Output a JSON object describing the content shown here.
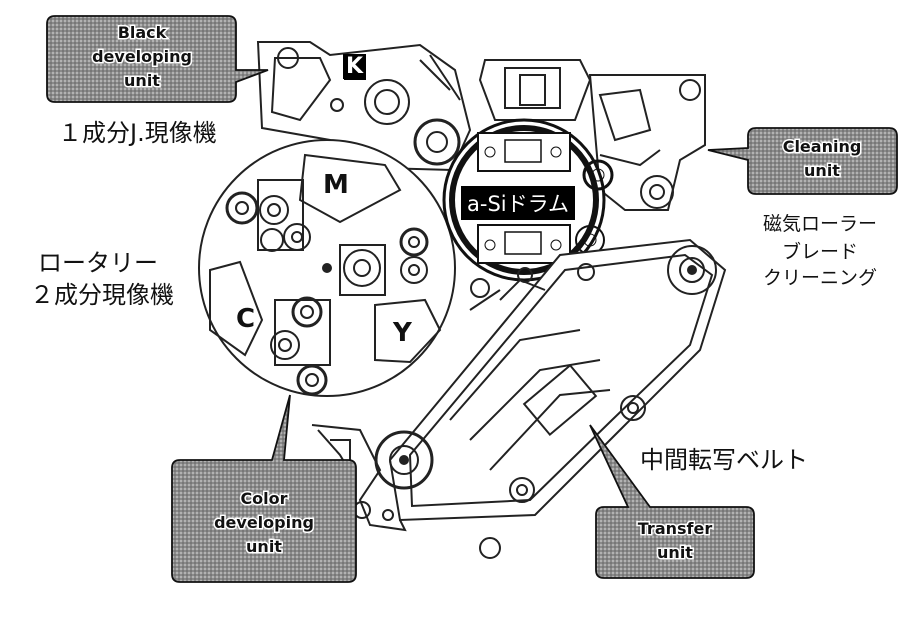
{
  "callouts": {
    "black": [
      "Black",
      "developing",
      "unit"
    ],
    "cleaning": [
      "Cleaning",
      "unit"
    ],
    "color": [
      "Color",
      "developing",
      "unit"
    ],
    "transfer": [
      "Transfer",
      "unit"
    ]
  },
  "labels": {
    "black_jp": "１成分J.現像機",
    "rotary_line1": "ロータリー",
    "rotary_line2": "２成分現像機",
    "cleaning_line1": "磁気ローラー",
    "cleaning_line2": "ブレード",
    "cleaning_line3": "クリーニング",
    "belt_jp": "中間転写ベルト",
    "drum": "a-Siドラム"
  },
  "letters": {
    "k": "K",
    "m": "M",
    "c": "C",
    "y": "Y"
  }
}
